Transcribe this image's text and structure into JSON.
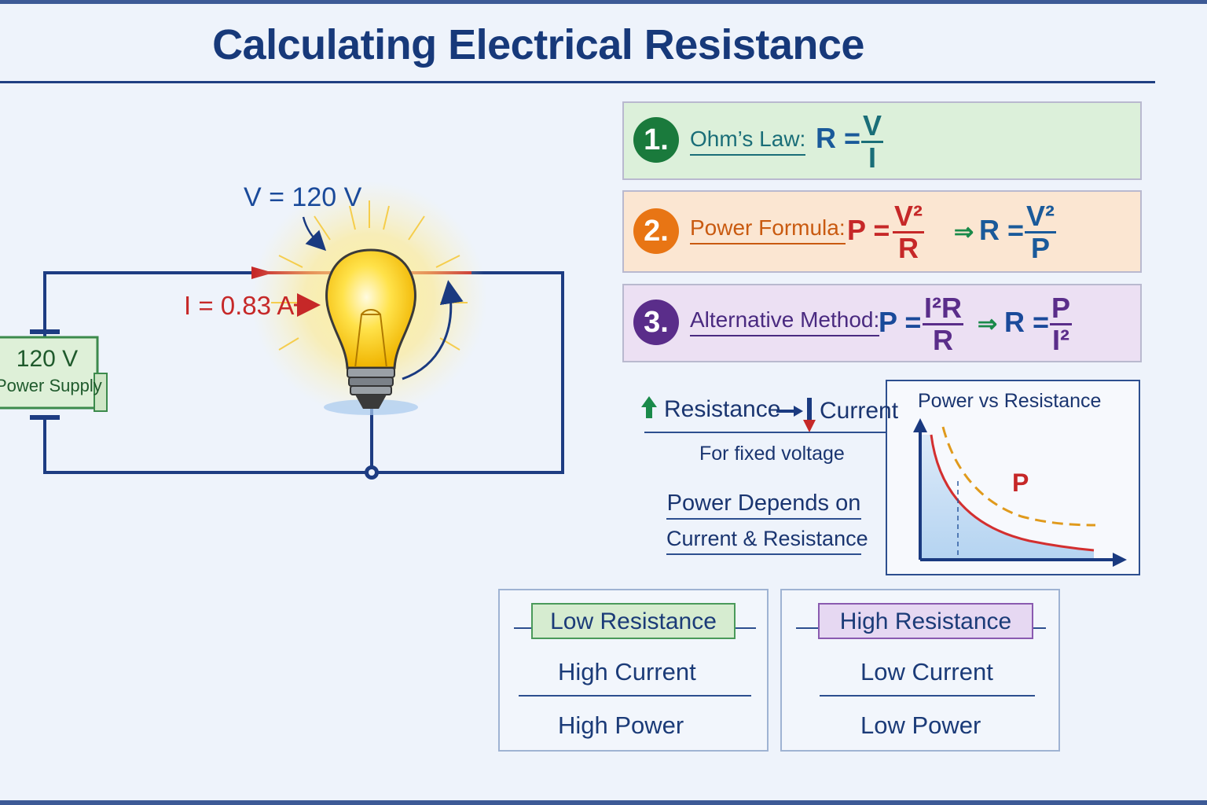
{
  "title": "Calculating Electrical Resistance",
  "circuit": {
    "supply_voltage": "120 V",
    "supply_label": "Power Supply",
    "voltage_label": "V = 120 V",
    "current_label": "I = 0.83 A"
  },
  "methods": [
    {
      "number": "1.",
      "label": "Ohm’s Law:",
      "lhs": "R",
      "num": "V",
      "den": "I"
    },
    {
      "number": "2.",
      "label": "Power Formula:",
      "lhs": "P",
      "num": "V²",
      "den": "R",
      "lhs2": "R",
      "num2": "V²",
      "den2": "P"
    },
    {
      "number": "3.",
      "label": "Alternative Method:",
      "lhs": "P",
      "num": "I²R",
      "den": "R",
      "lhs2": "R",
      "num2": "P",
      "den2": "I²"
    }
  ],
  "relation": {
    "left": "Resistance",
    "right": "Current",
    "note": "For fixed voltage",
    "depends_line1": "Power Depends on",
    "depends_line2": "Current & Resistance"
  },
  "graph": {
    "title": "Power vs Resistance",
    "curve_label": "P"
  },
  "low": {
    "header": "Low Resistance",
    "row1": "High Current",
    "row2": "High Power"
  },
  "high": {
    "header": "High Resistance",
    "row1": "Low Current",
    "row2": "Low Power"
  },
  "colors": {
    "navy": "#17397a",
    "green": "#1a7a3c",
    "orange": "#e87514",
    "purple": "#5a2d8a",
    "red": "#c62828",
    "teal": "#1a6e78"
  }
}
